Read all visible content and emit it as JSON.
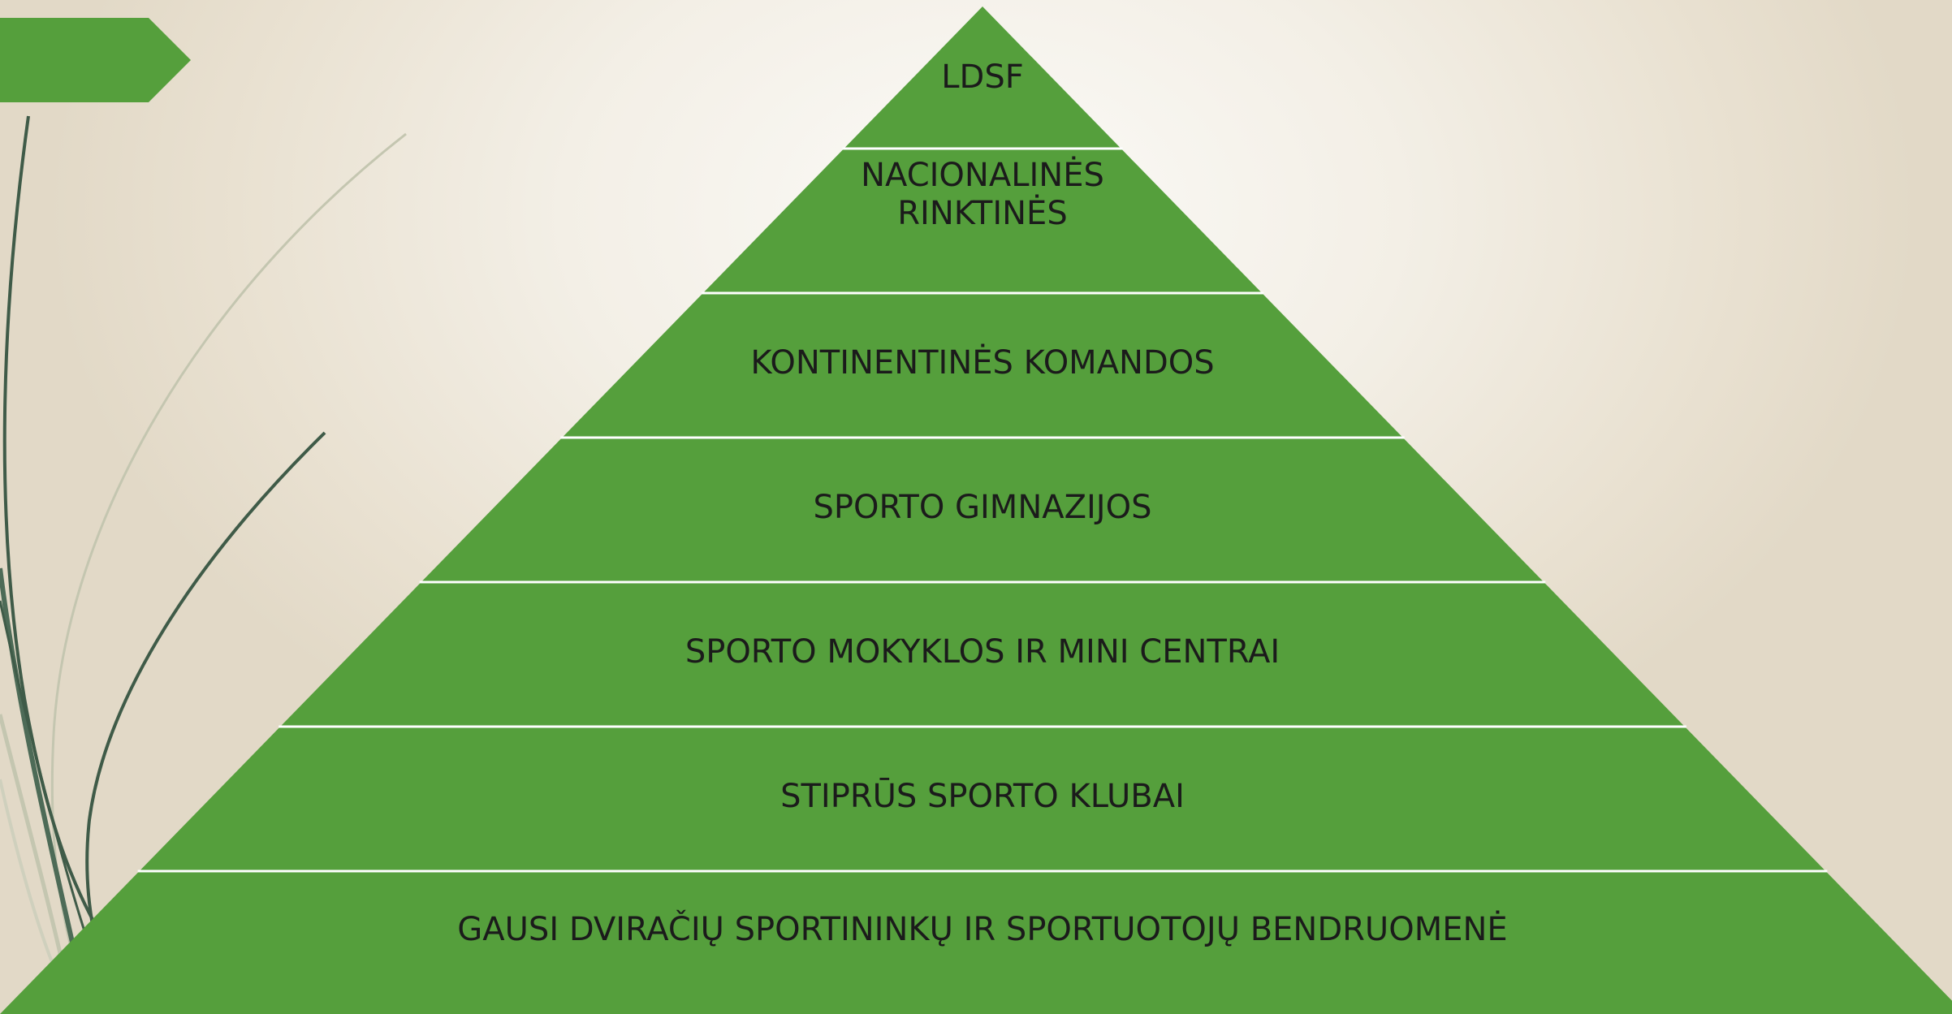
{
  "diagram": {
    "type": "pyramid",
    "fill_color": "#559f3c",
    "separator_color": "#ffffff",
    "text_color": "#1b1b1b",
    "levels": [
      {
        "id": "ldsf",
        "label": "LDSF"
      },
      {
        "id": "nacionalines-rinktines",
        "label": "NACIONALINĖS RINKTINĖS"
      },
      {
        "id": "kontinentines-komandos",
        "label": "KONTINENTINĖS KOMANDOS"
      },
      {
        "id": "sporto-gimnazijos",
        "label": "SPORTO GIMNAZIJOS"
      },
      {
        "id": "sporto-mokyklos",
        "label": "SPORTO MOKYKLOS IR MINI CENTRAI"
      },
      {
        "id": "stiprus-klubai",
        "label": "STIPRŪS SPORTO KLUBAI"
      },
      {
        "id": "gausi-bendruomene",
        "label": "GAUSI DVIRAČIŲ SPORTININKŲ IR SPORTUOTOJŲ BENDRUOMENĖ"
      }
    ]
  },
  "decoration": {
    "accent_color": "#559f3c",
    "stroke_dark": "#3f5b48",
    "stroke_light": "#c4c6b0"
  }
}
